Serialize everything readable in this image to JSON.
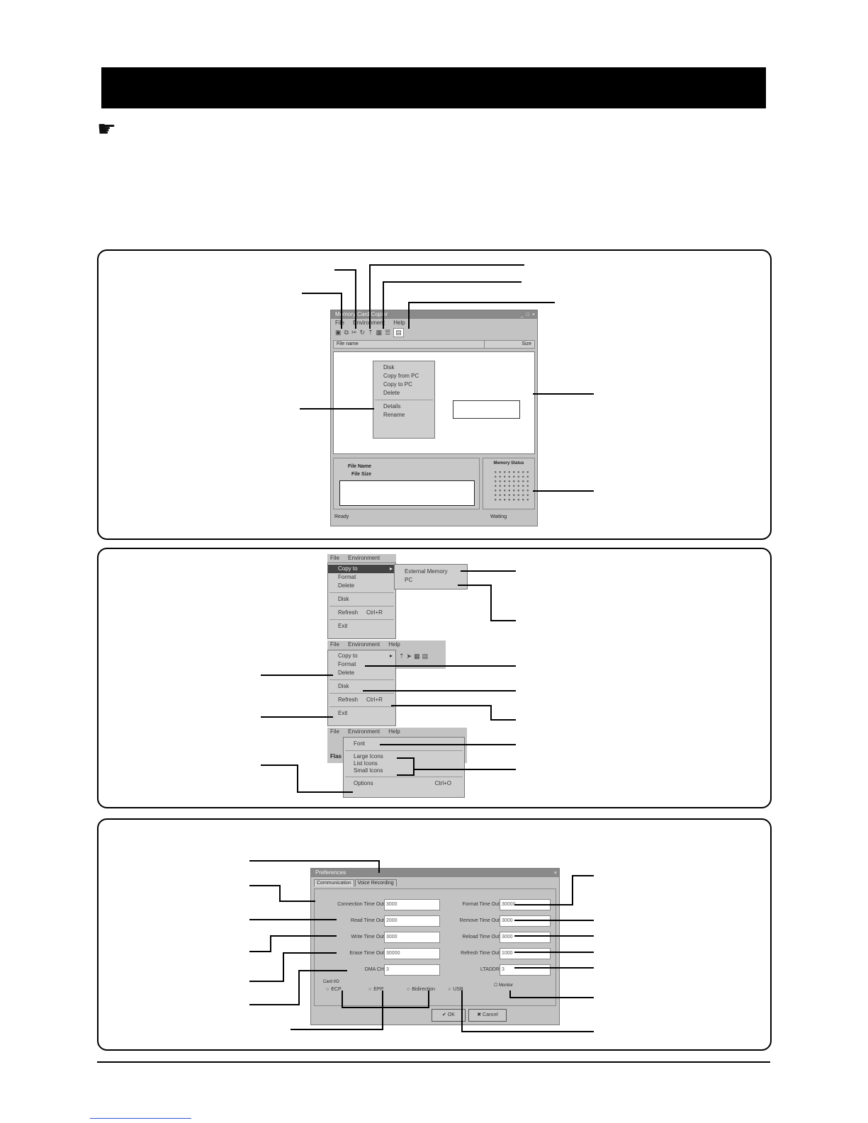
{
  "page": {
    "header_bar_text": "",
    "pointer_glyph": "☛"
  },
  "window1": {
    "title": "Memory Card Copier",
    "titlebar_buttons": "_ □ ×",
    "menu": [
      "File",
      "Environment",
      "Help"
    ],
    "list_header": {
      "name": "File name",
      "size": "Size"
    },
    "context_menu": [
      "Disk",
      "Copy from PC",
      "Copy to PC",
      "Delete",
      "Details",
      "Rename"
    ],
    "info": {
      "file_name_label": "File Name",
      "file_size_label": "File Size"
    },
    "memory_status_label": "Memory Status",
    "status_left": "Ready",
    "status_right": "Waiting"
  },
  "menus": {
    "menubar": [
      "File",
      "Environment",
      "Help"
    ],
    "file_items": [
      "Copy to",
      "Format",
      "Delete",
      "Disk",
      "Refresh",
      "Exit"
    ],
    "refresh_shortcut": "Ctrl+R",
    "copy_to_submenu": [
      "External Memory",
      "PC"
    ],
    "environment_items": [
      "Font",
      "Large Icons",
      "List Icons",
      "Small Icons",
      "Options"
    ],
    "options_shortcut": "Ctrl+O",
    "behind_text": "Flas"
  },
  "preferences": {
    "title": "Preferences",
    "tabs": [
      "Communication",
      "Voice Recording"
    ],
    "left_fields": [
      {
        "label": "Connection Time Out",
        "value": "3000"
      },
      {
        "label": "Read Time Out",
        "value": "2000"
      },
      {
        "label": "Write Time Out",
        "value": "3000"
      },
      {
        "label": "Erase Time Out",
        "value": "30000"
      },
      {
        "label": "DMA CH",
        "value": "3"
      }
    ],
    "right_fields": [
      {
        "label": "Format Time Out",
        "value": "30000"
      },
      {
        "label": "Remove Time Out",
        "value": "3000"
      },
      {
        "label": "Reload Time Out",
        "value": "3000"
      },
      {
        "label": "Refresh Time Out",
        "value": "1000"
      },
      {
        "label": "LTADDR",
        "value": "3"
      }
    ],
    "port_group_label": "Card I/O",
    "radios": [
      "ECP",
      "EPP",
      "Bidirection",
      "USB"
    ],
    "checkbox_label": "Monitor",
    "ok_label": "OK",
    "cancel_label": "Cancel"
  }
}
